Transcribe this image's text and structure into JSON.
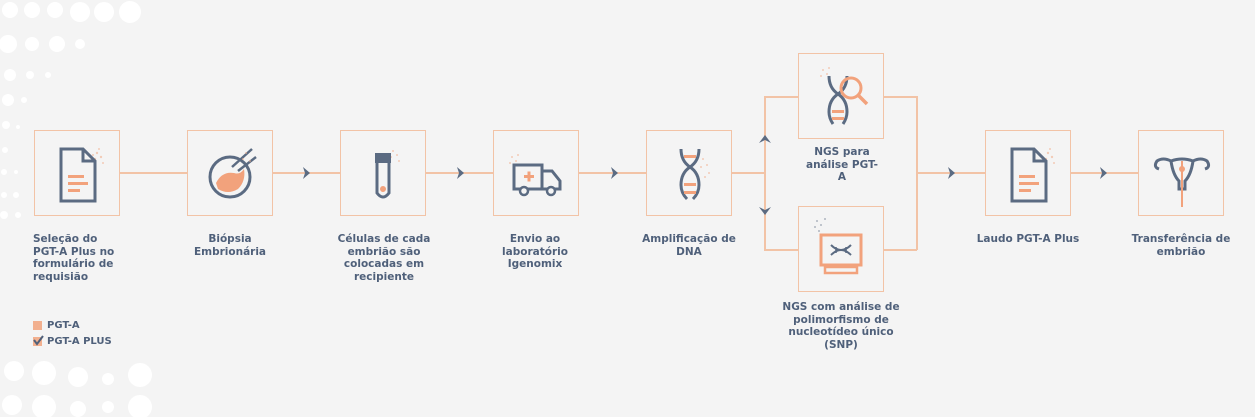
{
  "colors": {
    "accent": "#f2a27c",
    "accent_light": "#f2c3a6",
    "navy": "#5b6b82",
    "bg": "#f4f4f4"
  },
  "steps": [
    {
      "label": "Seleção do PGT-A Plus no formulário de requisião",
      "icon": "document-icon"
    },
    {
      "label": "Biópsia Embrionária",
      "icon": "biopsy-petri-icon"
    },
    {
      "label": "Células de cada embrião são colocadas em recipiente",
      "icon": "test-tube-icon"
    },
    {
      "label": "Envio ao laboratório Igenomix",
      "icon": "ambulance-icon"
    },
    {
      "label": "Amplificação de DNA",
      "icon": "dna-icon"
    },
    {
      "label": "NGS para análise PGT-A",
      "icon": "dna-magnifier-icon"
    },
    {
      "label": "NGS com análise de polimorfismo de nucleotídeo único (SNP)",
      "icon": "dna-computer-icon"
    },
    {
      "label": "Laudo PGT-A Plus",
      "icon": "report-document-icon"
    },
    {
      "label": "Transferência de embrião",
      "icon": "uterus-icon"
    }
  ],
  "legend": [
    {
      "label": "PGT-A",
      "checked": false
    },
    {
      "label": "PGT-A PLUS",
      "checked": true
    }
  ]
}
